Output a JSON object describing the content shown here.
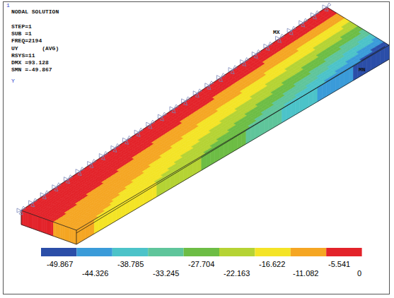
{
  "diagram": {
    "labels": [
      "1",
      "NODAL SOLUTION",
      "STEP=1",
      "SUB =1",
      "FREQ=2194",
      "UY       (AVG)",
      "RSYS=11",
      "DMX =93.128",
      "SMN =-49.867",
      "Y",
      "MX",
      "MN",
      "-49.867",
      "-44.326",
      "-38.785",
      "-33.245",
      "-27.704",
      "-22.163",
      "-16.622",
      "-11.082",
      "-5.541",
      "0"
    ]
  }
}
